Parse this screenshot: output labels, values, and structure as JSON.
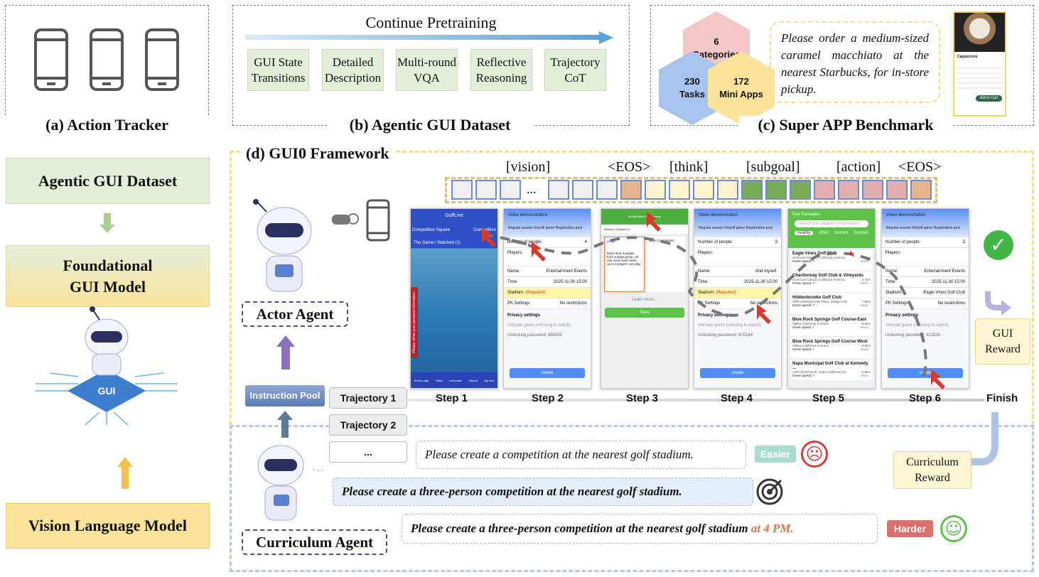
{
  "panel_a": {
    "caption": "(a) Action Tracker",
    "icon": "smartphone-icon"
  },
  "panel_b": {
    "caption": "(b) Agentic GUI Dataset",
    "title": "Continue Pretraining",
    "items": [
      "GUI State Transitions",
      "Detailed Description",
      "Multi-round VQA",
      "Reflective Reasoning",
      "Trajectory CoT"
    ]
  },
  "panel_c": {
    "caption": "(c) Super APP Benchmark",
    "hexes": [
      {
        "num": "6",
        "label": "Categories",
        "color": "#f4c7c7"
      },
      {
        "num": "230",
        "label": "Tasks",
        "color": "#a8c4ee"
      },
      {
        "num": "172",
        "label": "Mini Apps",
        "color": "#fbe39a"
      }
    ],
    "instruction": "Please order a medium-sized caramel macchiato at the nearest Starbucks, for in-store pickup.",
    "app_item": "Cappuccino",
    "app_button": "Add to Cart"
  },
  "left": {
    "dataset": "Agentic GUI Dataset",
    "foundation": "Foundational GUI Model",
    "vlm": "Vision Language Model",
    "chip": "GUI"
  },
  "panel_d": {
    "caption": "(d) GUI0 Framework",
    "token_labels": [
      "[vision]",
      "<EOS>",
      "[think]",
      "[subgoal]",
      "[action]",
      "<EOS>"
    ],
    "ellipsis": "...",
    "tokens": [
      "vision",
      "vision",
      "vision",
      "gap",
      "vision",
      "vision",
      "vision",
      "eos",
      "think",
      "think",
      "think",
      "think",
      "subgoal",
      "subgoal",
      "subgoal",
      "action",
      "action",
      "action",
      "action",
      "eos"
    ],
    "token_colors": {
      "vision": "#efefef",
      "eos": "#e7b48d",
      "think": "#fdf3cf",
      "subgoal": "#7aab57",
      "action": "#e3aeab"
    },
    "actor": "Actor Agent",
    "curriculum": "Curriculum Agent",
    "instruction_pool": "Instruction Pool",
    "trajectories": [
      "Trajectory 1",
      "Trajectory 2",
      "..."
    ],
    "steps": [
      "Step 1",
      "Step 2",
      "Step 3",
      "Step 4",
      "Step 5",
      "Step 6",
      "Finish"
    ],
    "gui_reward": "GUI Reward",
    "curriculum_reward": "Curriculum Reward",
    "sentences": {
      "easy": "Please create a competition at the nearest golf stadium.",
      "mid": "Please create a three-person competition at the nearest golf stadium.",
      "hard": "Please create a three-person competition at the nearest golf stadium",
      "hard_extra": "at 4 PM."
    },
    "tags": {
      "easier": "Easier",
      "harder": "Harder",
      "easier_color": "#a8dccf",
      "harder_color": "#d9706d"
    },
    "screens": {
      "s1": {
        "title": "GolfLive",
        "left": "Competition Square",
        "right": "Competition",
        "watched": "The Game I Watched (1)",
        "side": "Please refine your personal information",
        "nav": [
          "Home page",
          "Video",
          "enthusiast",
          "History",
          "My tees"
        ]
      },
      "form": {
        "title": "Video demonstration",
        "tabs": "Regular season  Kickoff game  Registration post",
        "people_label": "Number of people:",
        "group": "group",
        "players": "Players:",
        "name_label": "Name:",
        "time_label": "Time:",
        "time": "2025-11-30  15:00",
        "stadium_label": "Stadium:",
        "required": "(Required)",
        "pk_label": "PK Settings",
        "pk": "No restrictions",
        "privacy": "Privacy settings",
        "intimate": "Intimate game (refusing to watch)",
        "unlock": "Unlocking password:",
        "create": "create"
      },
      "s2": {
        "people": "4",
        "name": "Entertainment Events",
        "pwd": "868352"
      },
      "s3": {
        "title": "Modify Match Participants",
        "players": "Number of players 3",
        "opt1": "group",
        "opt2": "Team Competition",
        "desc": "More than 4 people form a large group, all can score each other, up to 5 players can play",
        "learn": "Learn more...",
        "save": "Save"
      },
      "s4": {
        "people": "3",
        "name": "And myself.",
        "pwd": "970164"
      },
      "s5": {
        "title": "Tour Packages",
        "search": "Search the stadium (in Chinese)",
        "tabs": [
          "nearby",
          "often",
          "custom",
          "Tourism"
        ],
        "clubs": [
          {
            "name": "Eagle Vines Golf Club",
            "addr": "American Canyon California America",
            "dist": "4.6km"
          },
          {
            "name": "Chardonnay Golf Club & Vineyards",
            "addr": "American Canyon California America",
            "dist": "4.7km"
          },
          {
            "name": "Hiddenbrooke Golf Club",
            "addr": "1095 Hiddenbrooke Pkwy, Vallejo Calif",
            "dist": "7.8km"
          },
          {
            "name": "Blue Rock Springs Golf Course-East",
            "addr": "Vallejo California America",
            "dist": "8.8km"
          },
          {
            "name": "Blue Rock Springs Golf Course-West",
            "addr": "Vallejo California America",
            "dist": "8.8km"
          },
          {
            "name": "Napa Municipal Golf Club at Kennedy ...",
            "addr": "2295 Streblow Dr, Napa California Am",
            "dist": "5.8km"
          }
        ],
        "green": "Green speed: ?",
        "more": "More..."
      },
      "s6": {
        "people": "3",
        "name": "Entertainment Events",
        "stadium": "Eagle Vines Golf Club",
        "pwd": "421826"
      }
    }
  }
}
